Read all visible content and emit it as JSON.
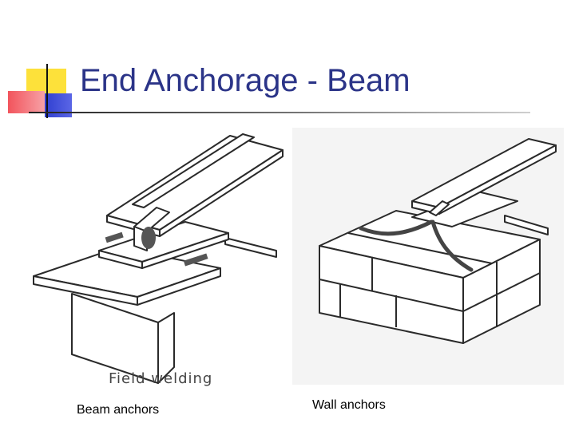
{
  "slide": {
    "title": "End Anchorage - Beam"
  },
  "left_figure": {
    "label": "Field welding",
    "caption": "Beam anchors"
  },
  "right_figure": {
    "caption": "Wall anchors"
  },
  "colors": {
    "title": "#2b3488",
    "accent_yellow": "#fde13a",
    "accent_red": "#f2545c",
    "accent_blue": "#2f3fd0"
  }
}
